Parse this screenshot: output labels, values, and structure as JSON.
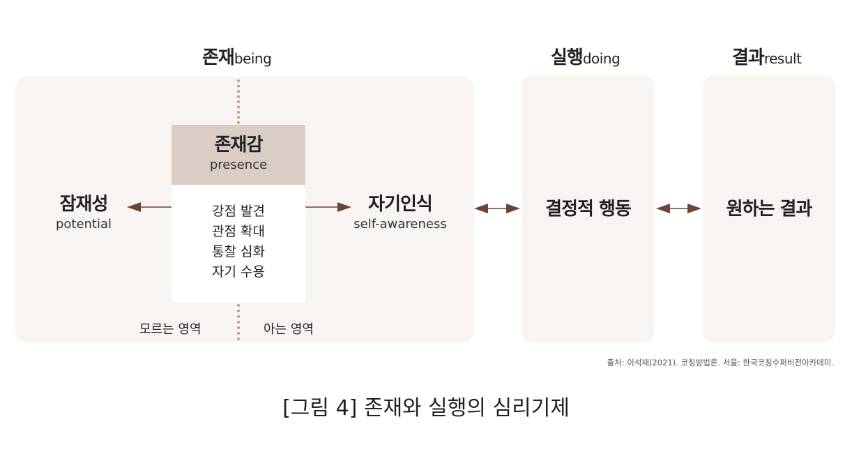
{
  "headers": {
    "being": {
      "ko": "존재",
      "en": "being"
    },
    "doing": {
      "ko": "실행",
      "en": "doing"
    },
    "result": {
      "ko": "결과",
      "en": "result"
    }
  },
  "presence": {
    "title_ko": "존재감",
    "title_en": "presence",
    "items": [
      "강점 발견",
      "관점 확대",
      "통찰 심화",
      "자기 수용"
    ]
  },
  "potential": {
    "ko": "잠재성",
    "en": "potential"
  },
  "self_awareness": {
    "ko": "자기인식",
    "en": "self-awareness"
  },
  "decisive_action": {
    "ko": "결정적 행동"
  },
  "desired_result": {
    "ko": "원하는 결과"
  },
  "regions": {
    "unknown": "모르는 영역",
    "known": "아는 영역"
  },
  "source": "출처: 이석재(2021). 코칭방법론. 서울: 한국코칭수퍼비전아카데미.",
  "caption": "[그림 4] 존재와 실행의 심리기제",
  "colors": {
    "panel": "#f8f4f1",
    "presence_header": "#d9cdc6",
    "arrow": "#6b4436",
    "dots": "#b89f93"
  }
}
